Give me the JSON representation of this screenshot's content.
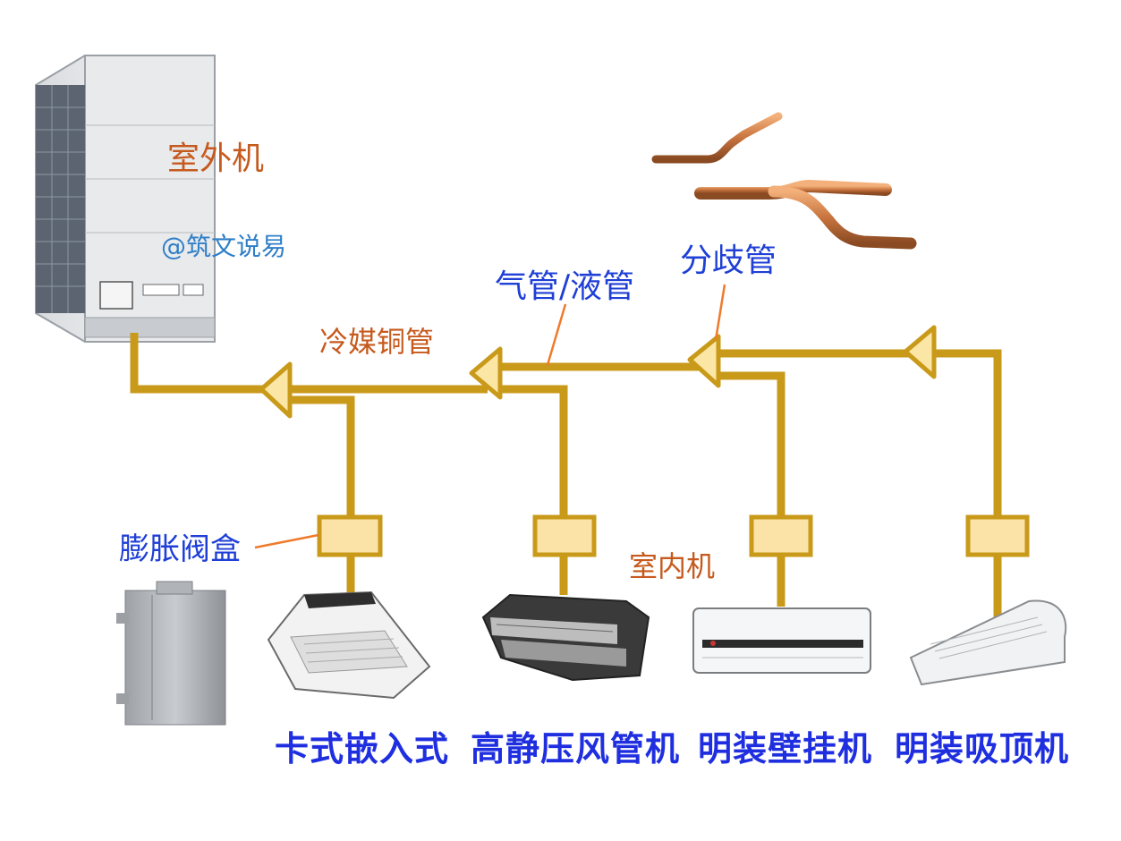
{
  "labels": {
    "outdoor_unit": "室外机",
    "watermark": "@筑文说易",
    "branch_pipe": "分歧管",
    "gas_liquid_pipe": "气管/液管",
    "refrigerant_pipe": "冷媒铜管",
    "expansion_valve_box": "膨胀阀盒",
    "indoor_unit": "室内机"
  },
  "indoor_units": [
    {
      "name": "卡式嵌入式"
    },
    {
      "name": "高静压风管机"
    },
    {
      "name": "明装壁挂机"
    },
    {
      "name": "明装吸顶机"
    }
  ],
  "colors": {
    "pipe": "#c99a1a",
    "triangle_fill": "#fbe6a6",
    "box_fill": "#fbe3a8",
    "orange_text": "#c65a1e",
    "blue_text": "#1f3fd6",
    "leader_line": "#ef7a2c",
    "copper": "#c8743e"
  }
}
